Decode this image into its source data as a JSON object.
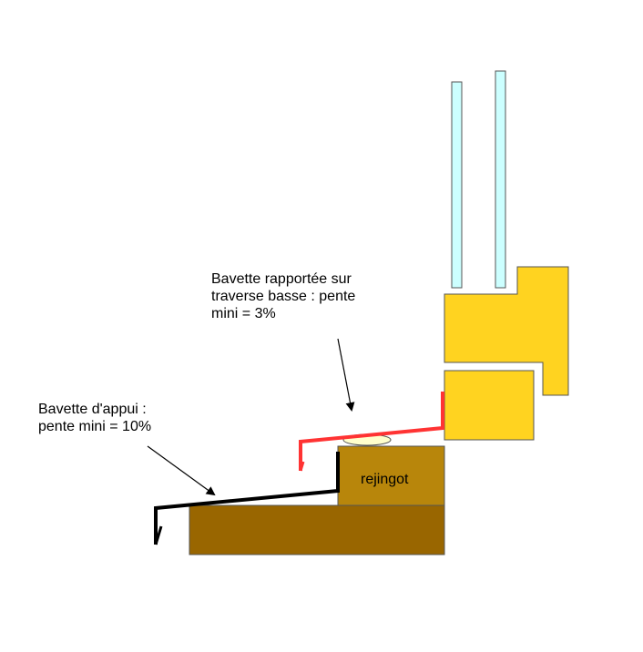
{
  "labels": {
    "bavette_rapportee": [
      "Bavette rapportée sur",
      "traverse basse : pente",
      "mini = 3%"
    ],
    "bavette_appui": [
      "Bavette d'appui :",
      "pente mini = 10%"
    ],
    "rejingot": "rejingot"
  },
  "colors": {
    "glass_fill": "#CCFFFF",
    "frame_fill": "#FFD320",
    "sill_fill": "#996600",
    "rejingot_fill": "#B8860B",
    "bavette_rapportee_stroke": "#FF3333",
    "bavette_appui_stroke": "#000000",
    "seal_fill": "#FFFFCC",
    "outline": "#555555"
  }
}
